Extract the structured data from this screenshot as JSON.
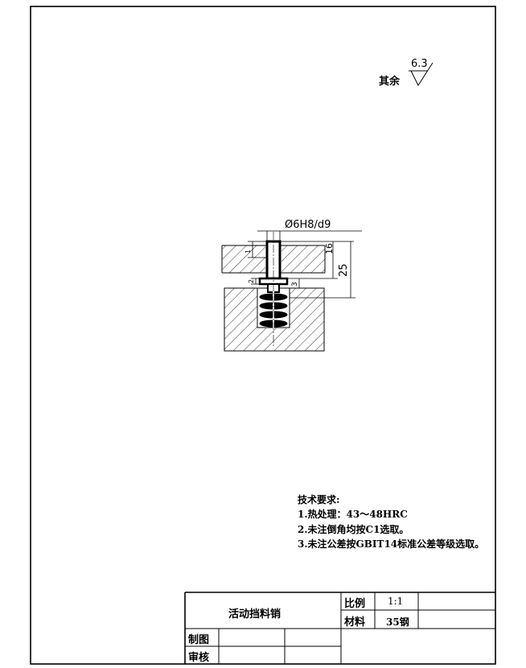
{
  "drawing": {
    "surface_finish": {
      "label": "其余",
      "value": "6.3"
    },
    "dimensions": {
      "fit": "Ø6H8/d9",
      "dim_16": "16",
      "dim_25": "25",
      "dim_3": "3",
      "dim_2": "2",
      "dim_1": "1"
    }
  },
  "notes": {
    "title": "技术要求:",
    "items": [
      "1.热处理：43～48HRC",
      "2.未注倒角均按C1选取。",
      "3.未注公差按GBIT14标准公差等级选取。"
    ]
  },
  "title_block": {
    "part_name": "活动挡料销",
    "scale_label": "比例",
    "scale_value": "1:1",
    "material_label": "材料",
    "material_value": "35钢",
    "drawn_label": "制图",
    "checked_label": "审核"
  }
}
